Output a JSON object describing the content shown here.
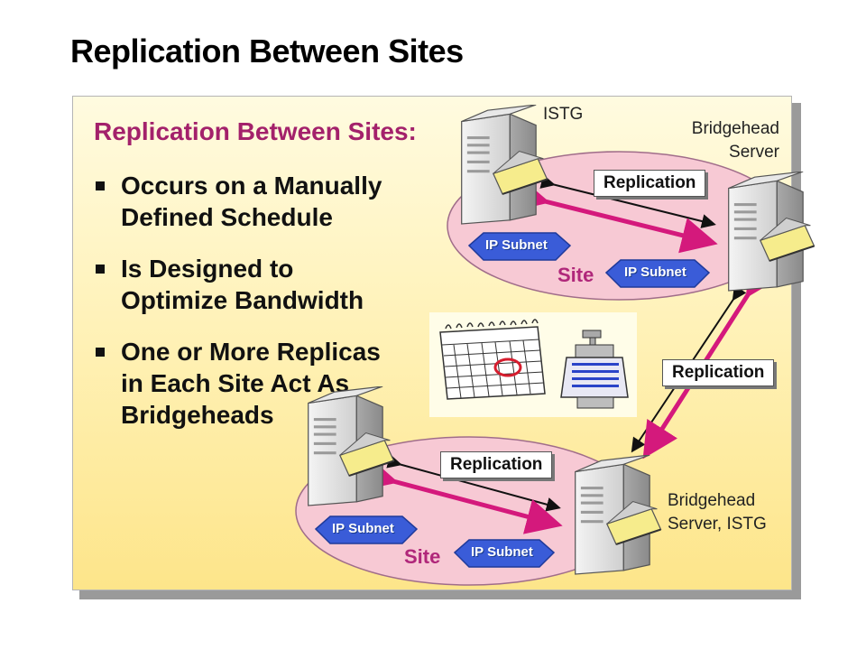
{
  "slide": {
    "title": "Replication Between Sites"
  },
  "content": {
    "subheading": "Replication Between Sites:",
    "bullets": [
      "Occurs on a Manually Defined Schedule",
      "Is Designed to Optimize Bandwidth",
      "One or More Replicas in Each Site Act As Bridgeheads"
    ]
  },
  "diagram": {
    "top_site": {
      "site_label": "Site",
      "server_left_label": "ISTG",
      "server_right_label_line1": "Bridgehead",
      "server_right_label_line2": "Server",
      "replication_label": "Replication",
      "subnet_1": "IP Subnet",
      "subnet_2": "IP Subnet"
    },
    "bottom_site": {
      "site_label": "Site",
      "server_right_label_line1": "Bridgehead",
      "server_right_label_line2": "Server, ISTG",
      "replication_label": "Replication",
      "subnet_1": "IP Subnet",
      "subnet_2": "IP Subnet"
    },
    "inter_site_replication_label": "Replication",
    "colors": {
      "site_ellipse": "#f7c9d4",
      "arrow_magenta": "#d4197c",
      "subnet_blue": "#3a5cd8",
      "subheading": "#a3216b"
    },
    "icons": [
      "server-icon",
      "calendar-icon",
      "bandwidth-valve-icon",
      "ip-subnet-icon"
    ]
  }
}
